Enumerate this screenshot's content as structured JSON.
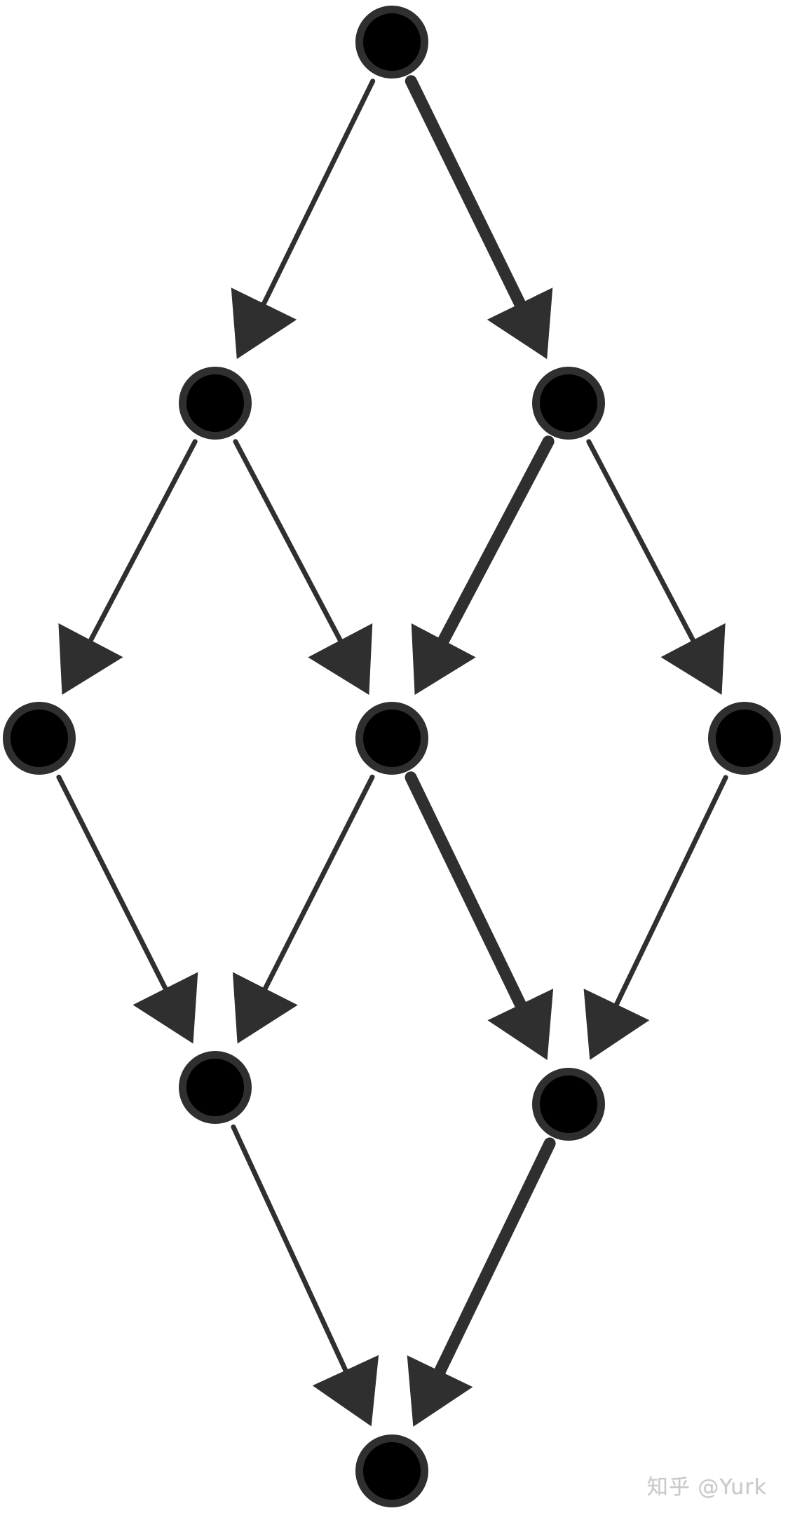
{
  "diagram": {
    "style": {
      "stroke_color": "#2f2f2f",
      "node_fill": "#000000",
      "background": "#ffffff"
    },
    "nodes": [
      {
        "id": "n1"
      },
      {
        "id": "n2"
      },
      {
        "id": "n3"
      },
      {
        "id": "n4"
      },
      {
        "id": "n5"
      },
      {
        "id": "n6"
      },
      {
        "id": "n7"
      },
      {
        "id": "n8"
      },
      {
        "id": "n9"
      }
    ],
    "edges": [
      {
        "from": "n1",
        "to": "n2",
        "weight": "thin"
      },
      {
        "from": "n1",
        "to": "n3",
        "weight": "thick"
      },
      {
        "from": "n2",
        "to": "n4",
        "weight": "thin"
      },
      {
        "from": "n2",
        "to": "n5",
        "weight": "thin"
      },
      {
        "from": "n3",
        "to": "n5",
        "weight": "thick"
      },
      {
        "from": "n3",
        "to": "n6",
        "weight": "thin"
      },
      {
        "from": "n4",
        "to": "n7",
        "weight": "thin"
      },
      {
        "from": "n5",
        "to": "n7",
        "weight": "thin"
      },
      {
        "from": "n5",
        "to": "n8",
        "weight": "thick"
      },
      {
        "from": "n6",
        "to": "n8",
        "weight": "thin"
      },
      {
        "from": "n7",
        "to": "n9",
        "weight": "thin"
      },
      {
        "from": "n8",
        "to": "n9",
        "weight": "thick"
      }
    ]
  },
  "watermark": {
    "text": "知乎 @Yurk"
  }
}
